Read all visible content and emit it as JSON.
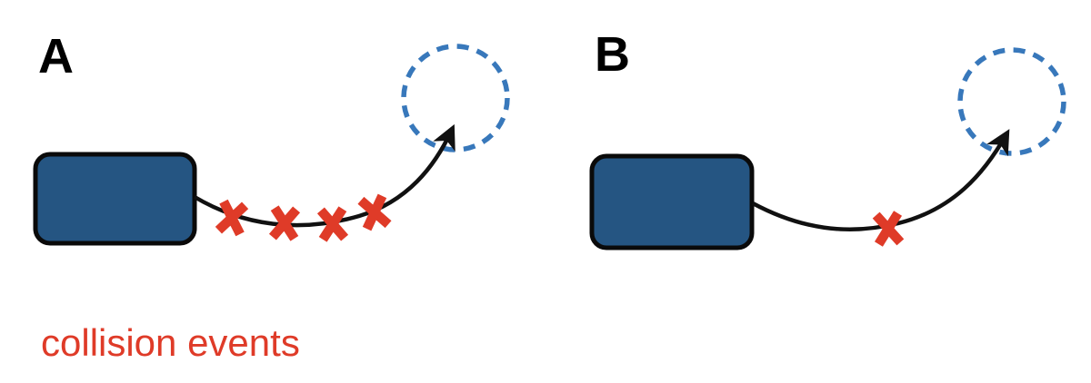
{
  "figure": {
    "caption": "collision events",
    "panels": [
      {
        "label": "A",
        "collision_count": 4
      },
      {
        "label": "B",
        "collision_count": 1
      }
    ]
  },
  "colors": {
    "background": "#FFFFFF",
    "box_fill": "#255582",
    "box_outline": "#0A0A0A",
    "target_circle": "#3878BB",
    "trajectory": "#111111",
    "collision_red": "#DF3B28",
    "label_text": "#000000"
  }
}
